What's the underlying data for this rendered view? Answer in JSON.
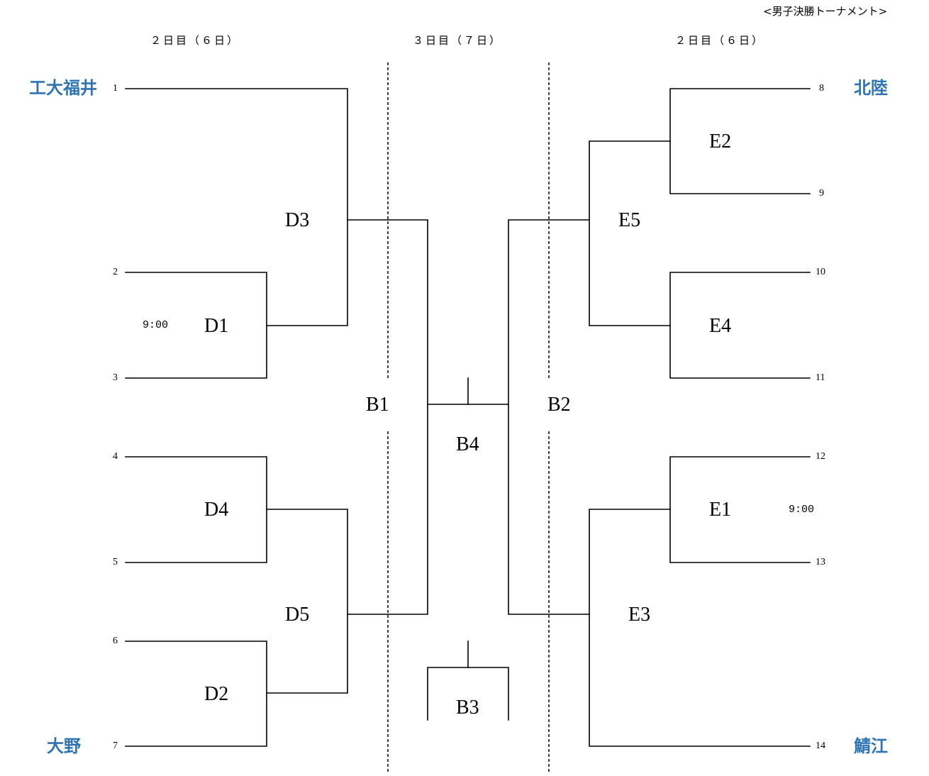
{
  "caption": "<男子決勝トーナメント>",
  "day_headers": {
    "left": "２日目（６日）",
    "center": "３日目（７日）",
    "right": "２日目（６日）"
  },
  "teams": {
    "s1": "工大福井",
    "s7": "大野",
    "s8": "北陸",
    "s14": "鯖江"
  },
  "seeds": {
    "s1": "1",
    "s2": "2",
    "s3": "3",
    "s4": "4",
    "s5": "5",
    "s6": "6",
    "s7": "7",
    "s8": "8",
    "s9": "9",
    "s10": "10",
    "s11": "11",
    "s12": "12",
    "s13": "13",
    "s14": "14"
  },
  "matches": {
    "D1": "D1",
    "D2": "D2",
    "D3": "D3",
    "D4": "D4",
    "D5": "D5",
    "E1": "E1",
    "E2": "E2",
    "E3": "E3",
    "E4": "E4",
    "E5": "E5",
    "B1": "B1",
    "B2": "B2",
    "B3": "B3",
    "B4": "B4"
  },
  "times": {
    "D1": "9:00",
    "E1": "9:00"
  },
  "colors": {
    "team_text": "#2e74b5",
    "line": "#000000"
  }
}
